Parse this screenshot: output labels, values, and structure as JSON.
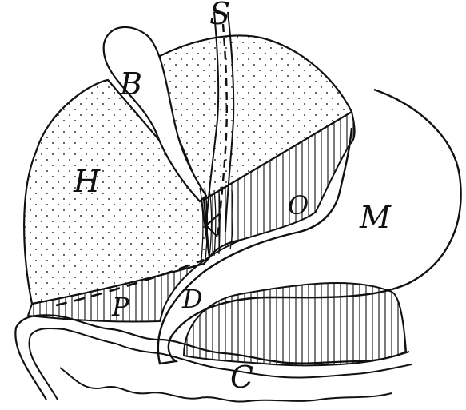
{
  "figure": {
    "labels": {
      "S": "S",
      "B": "B",
      "H": "H",
      "O": "O",
      "M": "M",
      "P": "P",
      "D": "D",
      "C": "C"
    }
  }
}
